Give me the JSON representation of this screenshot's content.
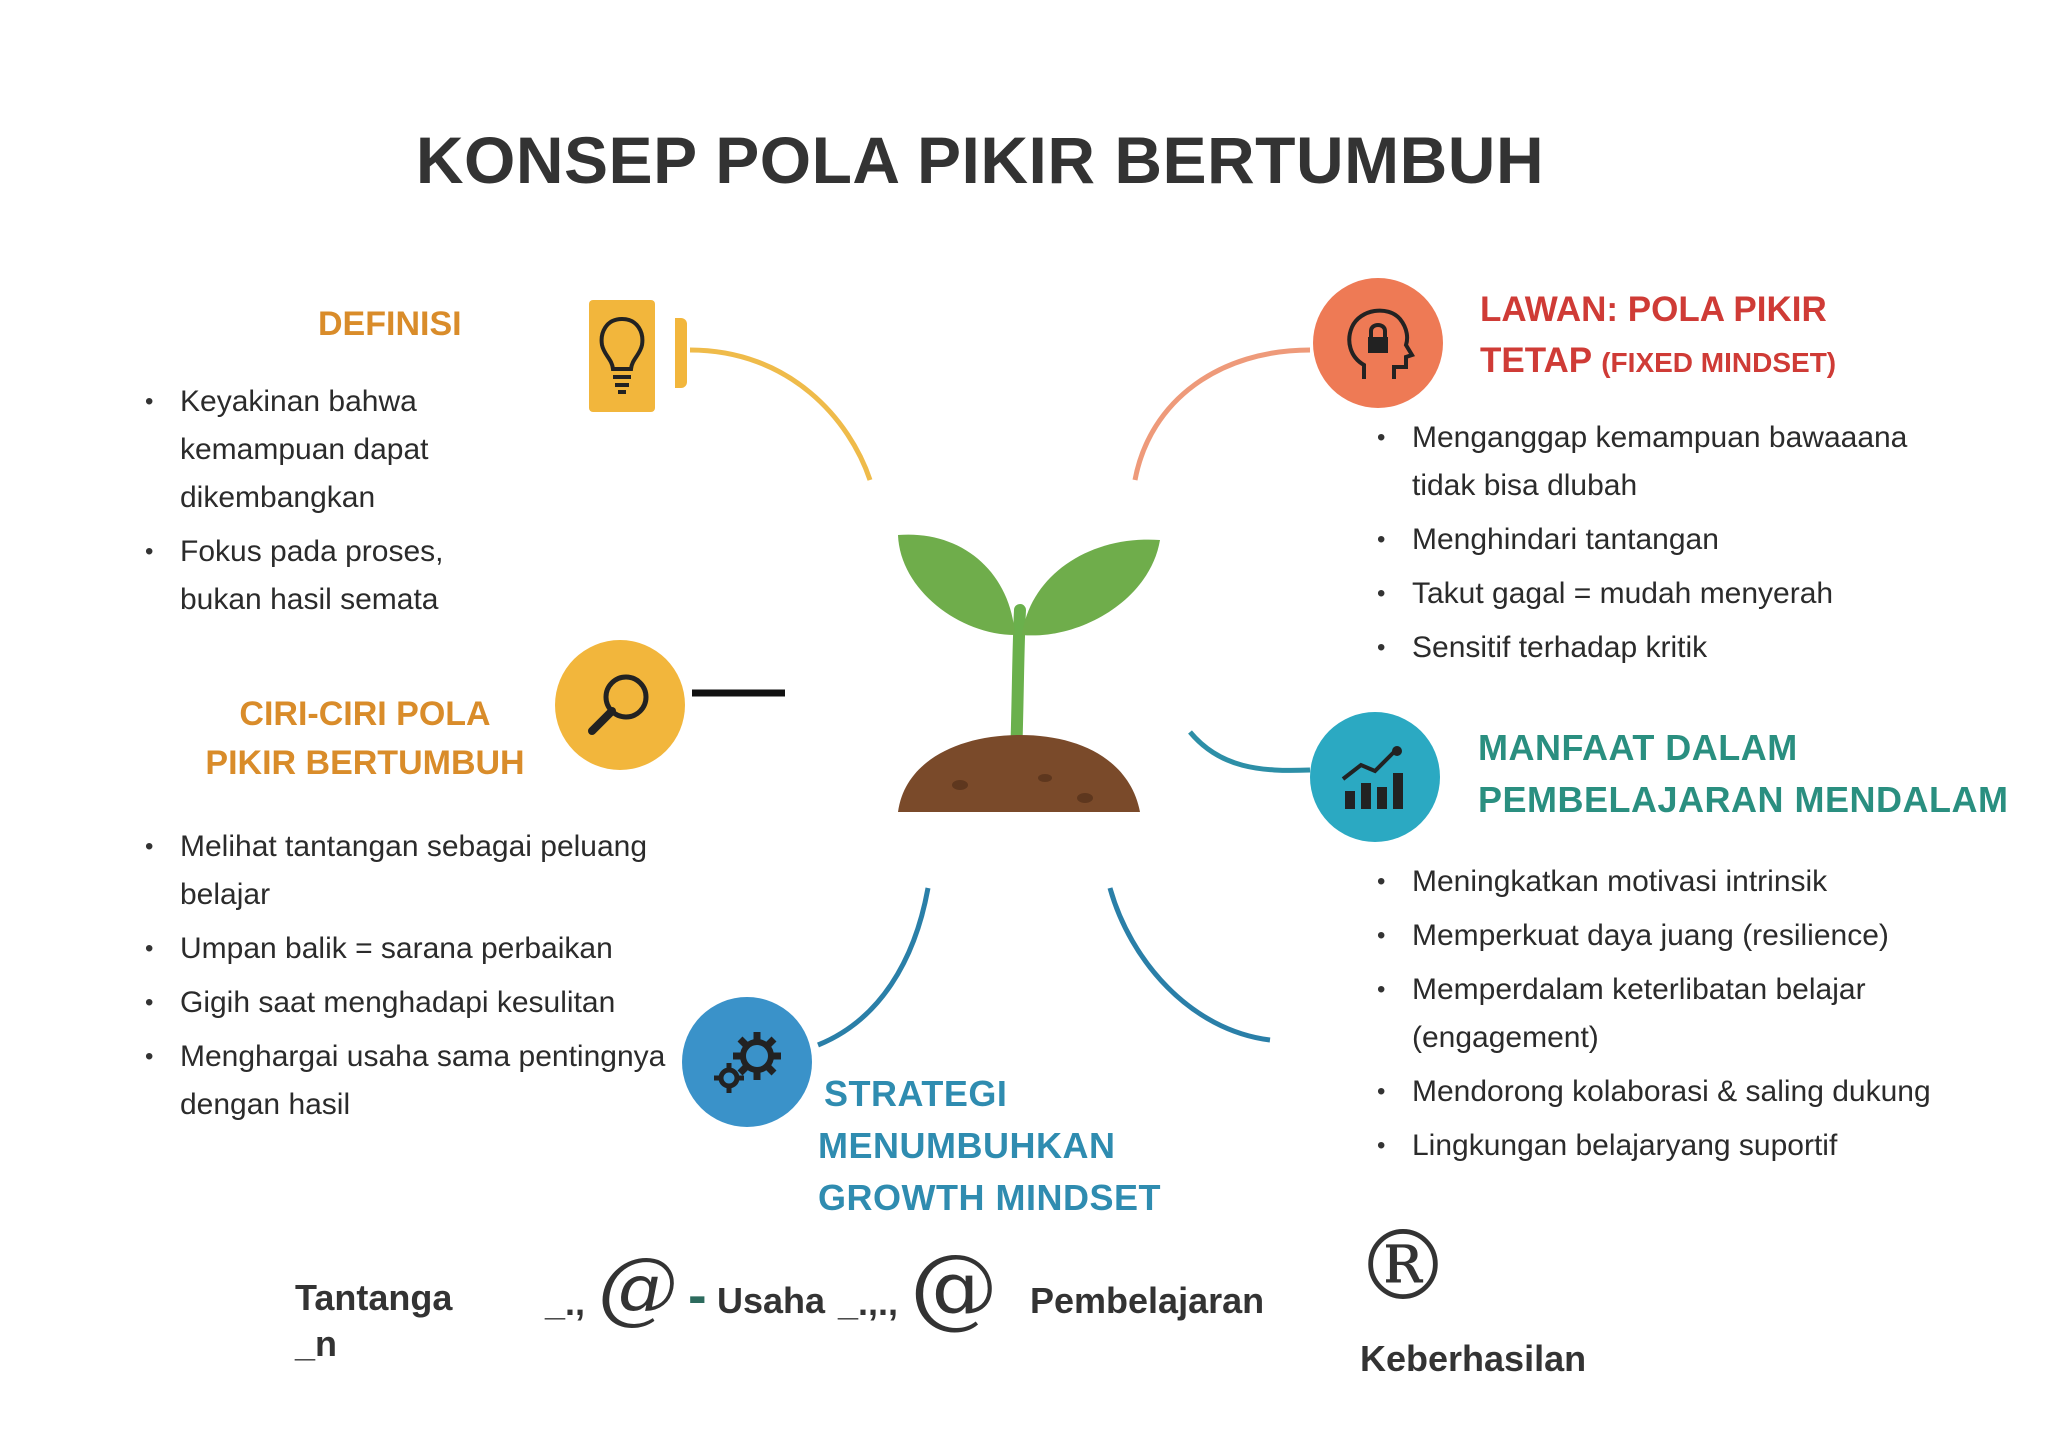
{
  "title": "KONSEP POLA PIKIR BERTUMBUH",
  "definisi": {
    "heading": "DEFINISI",
    "items": [
      "Keyakinan bahwa kemampuan dapat dikembangkan",
      "Fokus pada proses, bukan hasil semata"
    ]
  },
  "ciri": {
    "heading_line1": "CIRI-CIRI POLA",
    "heading_line2": "PIKIR BERTUMBUH",
    "items": [
      "Melihat tantangan sebagai peluang belajar",
      "Umpan balik = sarana perbaikan",
      "Gigih saat menghadapi kesulitan",
      "Menghargai usaha sama pentingnya dengan hasil"
    ]
  },
  "lawan": {
    "heading_line1": "LAWAN: POLA PIKIR",
    "heading_line2": "TETAP",
    "heading_sub": "(FIXED MINDSET)",
    "items": [
      "Menganggap kemampuan bawaaana tidak bisa dlubah",
      "Menghindari tantangan",
      "Takut gagal = mudah menyerah",
      "Sensitif terhadap kritik"
    ]
  },
  "manfaat": {
    "heading_line1": "MANFAAT DALAM",
    "heading_line2": "PEMBELAJARAN MENDALAM",
    "items": [
      "Meningkatkan motivasi intrinsik",
      "Memperkuat daya juang (resilience)",
      "Memperdalam  keterlibatan belajar (engagement)",
      "Mendorong kolaborasi & saling dukung",
      "Lingkungan belajaryang suportif"
    ]
  },
  "strategi": {
    "line1": "STRATEGI",
    "line2": "MENUMBUHKAN",
    "line3": "GROWTH MINDSET"
  },
  "bottom": {
    "tantangan_line1": "Tantanga",
    "tantangan_line2": "_n",
    "sep1": "_.,",
    "at1": "@",
    "dash": "-",
    "usaha": "Usaha",
    "sep2": "_.,.,",
    "at2": "@",
    "pembelajaran": "Pembelajaran",
    "registered": "®",
    "keberhasilan": "Keberhasilan"
  },
  "icons": {
    "definisi": "lightbulb-icon",
    "ciri": "magnifier-icon",
    "lawan": "head-lock-icon",
    "manfaat": "growth-chart-icon",
    "strategi": "gears-icon",
    "center": "sprout-icon"
  },
  "colors": {
    "orange": "#d98c2a",
    "yellow": "#f2b63c",
    "red": "#cf3b36",
    "coral": "#ee7a55",
    "teal": "#2a8f80",
    "cyan": "#2ba9c2",
    "blue": "#3a92c9"
  }
}
